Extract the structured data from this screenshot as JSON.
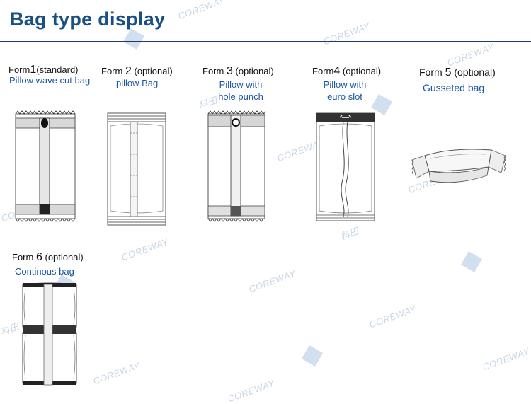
{
  "header": {
    "title": "Bag type display"
  },
  "forms": [
    {
      "prefix": "Form",
      "number": "1",
      "option": "(standard)",
      "desc": "Pillow wave cut bag"
    },
    {
      "prefix": "Form",
      "number": "2",
      "option": "(optional)",
      "desc": "pillow Bag"
    },
    {
      "prefix": "Form",
      "number": "3",
      "option": "(optional)",
      "desc_lines": [
        "Pillow with",
        "hole punch"
      ]
    },
    {
      "prefix": "Form",
      "number": "4",
      "option": "(optional)",
      "desc_lines": [
        "Pillow with",
        "euro slot"
      ]
    },
    {
      "prefix": "Form",
      "number": "5",
      "option": "(optional)",
      "desc": "Gusseted bag"
    },
    {
      "prefix": "Form",
      "number": "6",
      "option": "(optional)",
      "desc": "Continous bag"
    }
  ],
  "watermark": {
    "brand": "COREWAY",
    "cn": "科田"
  }
}
